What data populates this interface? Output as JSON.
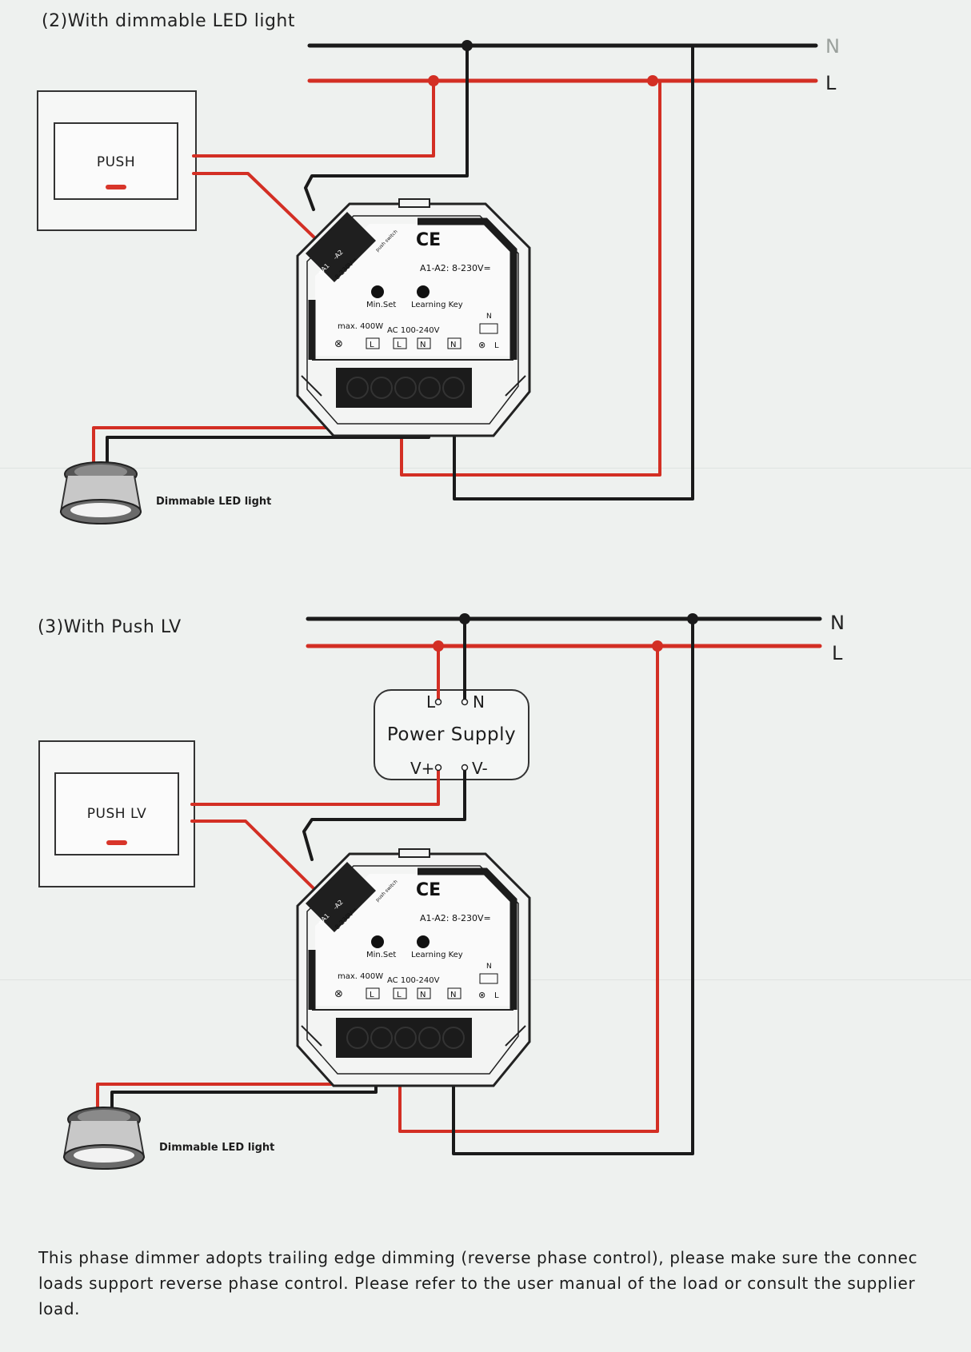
{
  "section2": {
    "heading": "(2)With dimmable LED light",
    "rail_n": "N",
    "rail_l": "L",
    "switch_label": "PUSH",
    "module": {
      "ce": "CE",
      "spec": "A1-A2: 8-230V=",
      "min_set": "Min.Set",
      "learning_key": "Learning Key",
      "max": "max. 400W",
      "ac": "AC 100-240V",
      "a1": "+A1",
      "a2": "-A2",
      "volt": "8-230V=",
      "push_switch": "push switch",
      "term_l1": "L",
      "term_l2": "L",
      "term_n1": "N",
      "term_n2": "N",
      "load_n": "N",
      "load_l": "L"
    },
    "lamp_label": "Dimmable LED light"
  },
  "section3": {
    "heading": "(3)With Push LV",
    "rail_n": "N",
    "rail_l": "L",
    "psu": {
      "title": "Power Supply",
      "l": "L",
      "n": "N",
      "vplus": "V+",
      "vminus": "V-"
    },
    "switch_label": "PUSH LV",
    "module": {
      "ce": "CE",
      "spec": "A1-A2: 8-230V=",
      "min_set": "Min.Set",
      "learning_key": "Learning Key",
      "max": "max. 400W",
      "ac": "AC 100-240V",
      "a1": "+A1",
      "a2": "-A2",
      "volt": "8-230V=",
      "push_switch": "push switch",
      "term_l1": "L",
      "term_l2": "L",
      "term_n1": "N",
      "term_n2": "N",
      "load_n": "N",
      "load_l": "L"
    },
    "lamp_label": "Dimmable LED light"
  },
  "note": {
    "line1": "This phase dimmer adopts trailing edge dimming (reverse phase control), please make sure the connec",
    "line2": "loads support reverse phase control. Please refer to the user manual of the load or consult the supplier",
    "line3": "load."
  },
  "colors": {
    "neutral_wire": "#1a1a1a",
    "live_wire": "#d32f24",
    "background": "#eef1ef"
  }
}
